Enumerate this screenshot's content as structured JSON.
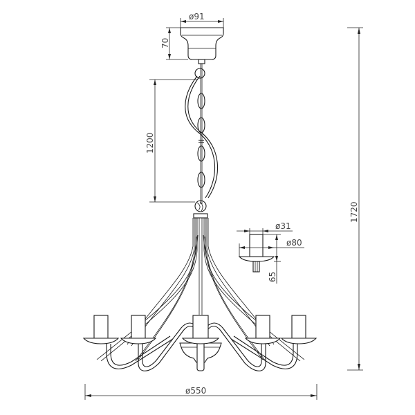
{
  "drawing": {
    "subject": "5-arm candle chandelier technical drawing",
    "units": "mm",
    "line_color": "#1a1a1a",
    "background": "#ffffff"
  },
  "dimensions": {
    "canopy_diameter": "ø91",
    "canopy_height": "70",
    "chain_length": "1200",
    "overall_height": "1720",
    "overall_diameter": "ø550",
    "candle_diameter": "ø31",
    "bobeche_diameter": "ø80",
    "candle_height": "65"
  },
  "components": {
    "arms_count": 5,
    "candles": [
      "candle-1",
      "candle-2",
      "candle-3",
      "candle-4",
      "candle-5"
    ]
  }
}
